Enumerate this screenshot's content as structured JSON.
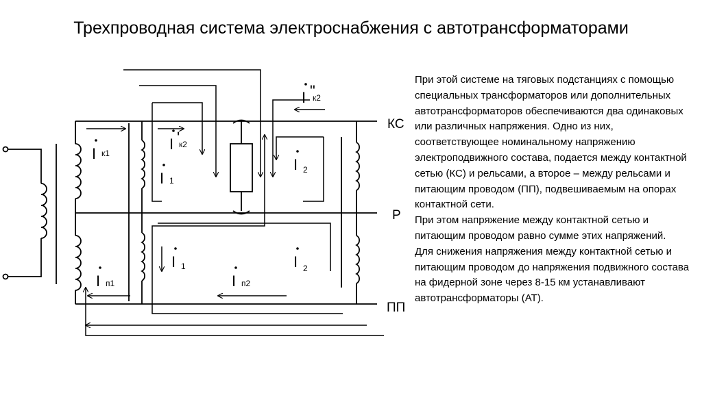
{
  "title": "Трехпроводная система электроснабжения с автотрансформаторами",
  "description": [
    "При этой системе на тяговых подстанциях с помощью специальных трансформаторов или дополнительных автотрансформаторов обеспечиваются два одинаковых или различных напряжения. Одно из них, соответствующее номинальному напряжению электроподвижного состава, подается между контактной сетью (КС) и рельсами, а второе – между рельсами и питающим проводом (ПП), подвешиваемым на опорах контактной сети.",
    "При этом напряжение между контактной сетью и питающим проводом равно сумме этих напряжений.",
    "Для снижения напряжения между контактной сетью и питающим проводом до напряжения подвижного состава на фидерной зоне через 8-15 км устанавливают автотрансформаторы (АТ)."
  ],
  "diagram": {
    "bus_labels": {
      "ks": "КС",
      "r": "Р",
      "pp": "ПП"
    },
    "current_symbol": "I",
    "current_labels": [
      {
        "sub": "к1"
      },
      {
        "sub": "к2",
        "mark": "ʹ"
      },
      {
        "sub": "к2",
        "mark": "ʺ"
      },
      {
        "sub": "1"
      },
      {
        "sub": "2"
      },
      {
        "sub": "п1"
      },
      {
        "sub": "1"
      },
      {
        "sub": "п2"
      },
      {
        "sub": "2"
      }
    ]
  }
}
